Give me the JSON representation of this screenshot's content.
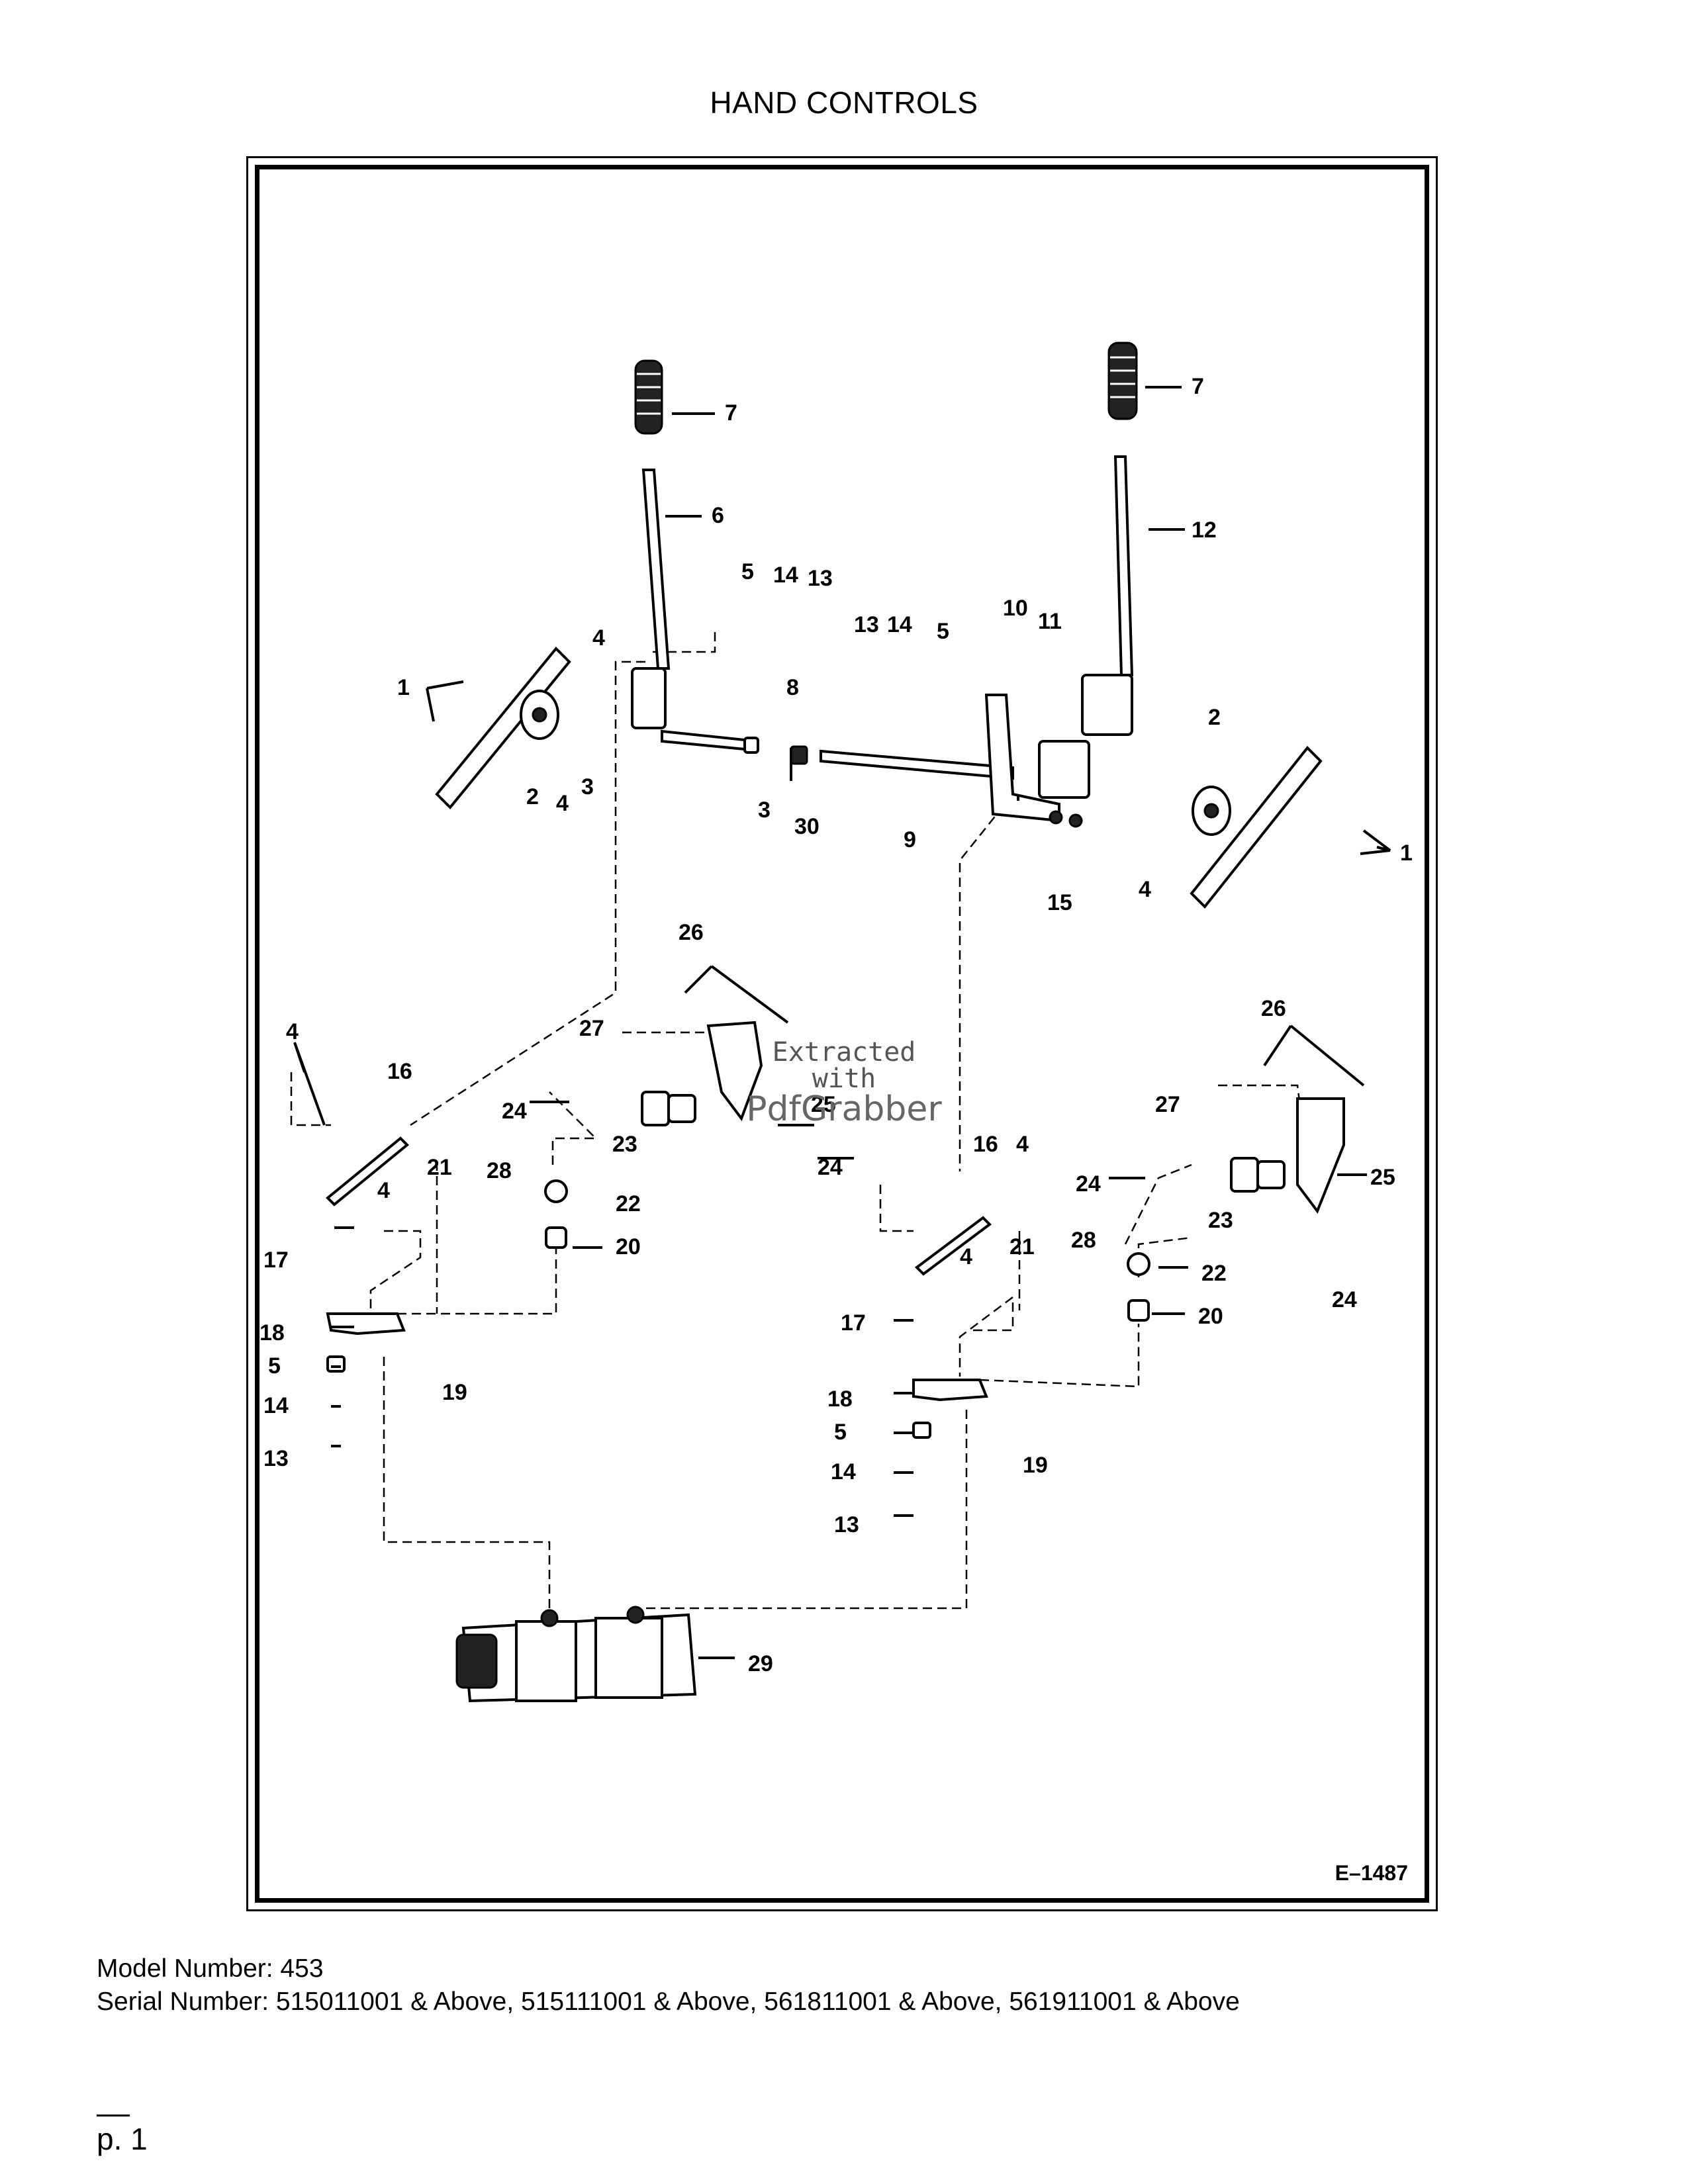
{
  "document": {
    "title": "HAND CONTROLS",
    "figure_code": "E–1487",
    "watermark": {
      "line1": "Extracted",
      "line2": "with",
      "line3": "PdfGrabber"
    },
    "footer": {
      "model_label": "Model Number: 453",
      "serial_label": "Serial Number: 515011001 & Above, 515111001 & Above, 561811001 & Above, 561911001 & Above"
    },
    "page_number": "p. 1"
  },
  "callouts": {
    "c1a": "1",
    "c1b": "1",
    "c2a": "2",
    "c2b": "2",
    "c3a": "3",
    "c3b": "3",
    "c4a": "4",
    "c4b": "4",
    "c4c": "4",
    "c4d": "4",
    "c4e": "4",
    "c4f": "4",
    "c4g": "4",
    "c5a": "5",
    "c5b": "5",
    "c5c": "5",
    "c5d": "5",
    "c6": "6",
    "c7a": "7",
    "c7b": "7",
    "c8": "8",
    "c9": "9",
    "c10": "10",
    "c11": "11",
    "c12": "12",
    "c13a": "13",
    "c13b": "13",
    "c13c": "13",
    "c13d": "13",
    "c14a": "14",
    "c14b": "14",
    "c14c": "14",
    "c14d": "14",
    "c15": "15",
    "c16a": "16",
    "c16b": "16",
    "c17a": "17",
    "c17b": "17",
    "c18a": "18",
    "c18b": "18",
    "c19a": "19",
    "c19b": "19",
    "c20a": "20",
    "c20b": "20",
    "c21a": "21",
    "c21b": "21",
    "c22a": "22",
    "c22b": "22",
    "c23a": "23",
    "c23b": "23",
    "c24a": "24",
    "c24b": "24",
    "c24c": "24",
    "c24d": "24",
    "c25a": "25",
    "c25b": "25",
    "c26a": "26",
    "c26b": "26",
    "c27a": "27",
    "c27b": "27",
    "c28a": "28",
    "c28b": "28",
    "c29": "29",
    "c30": "30"
  }
}
